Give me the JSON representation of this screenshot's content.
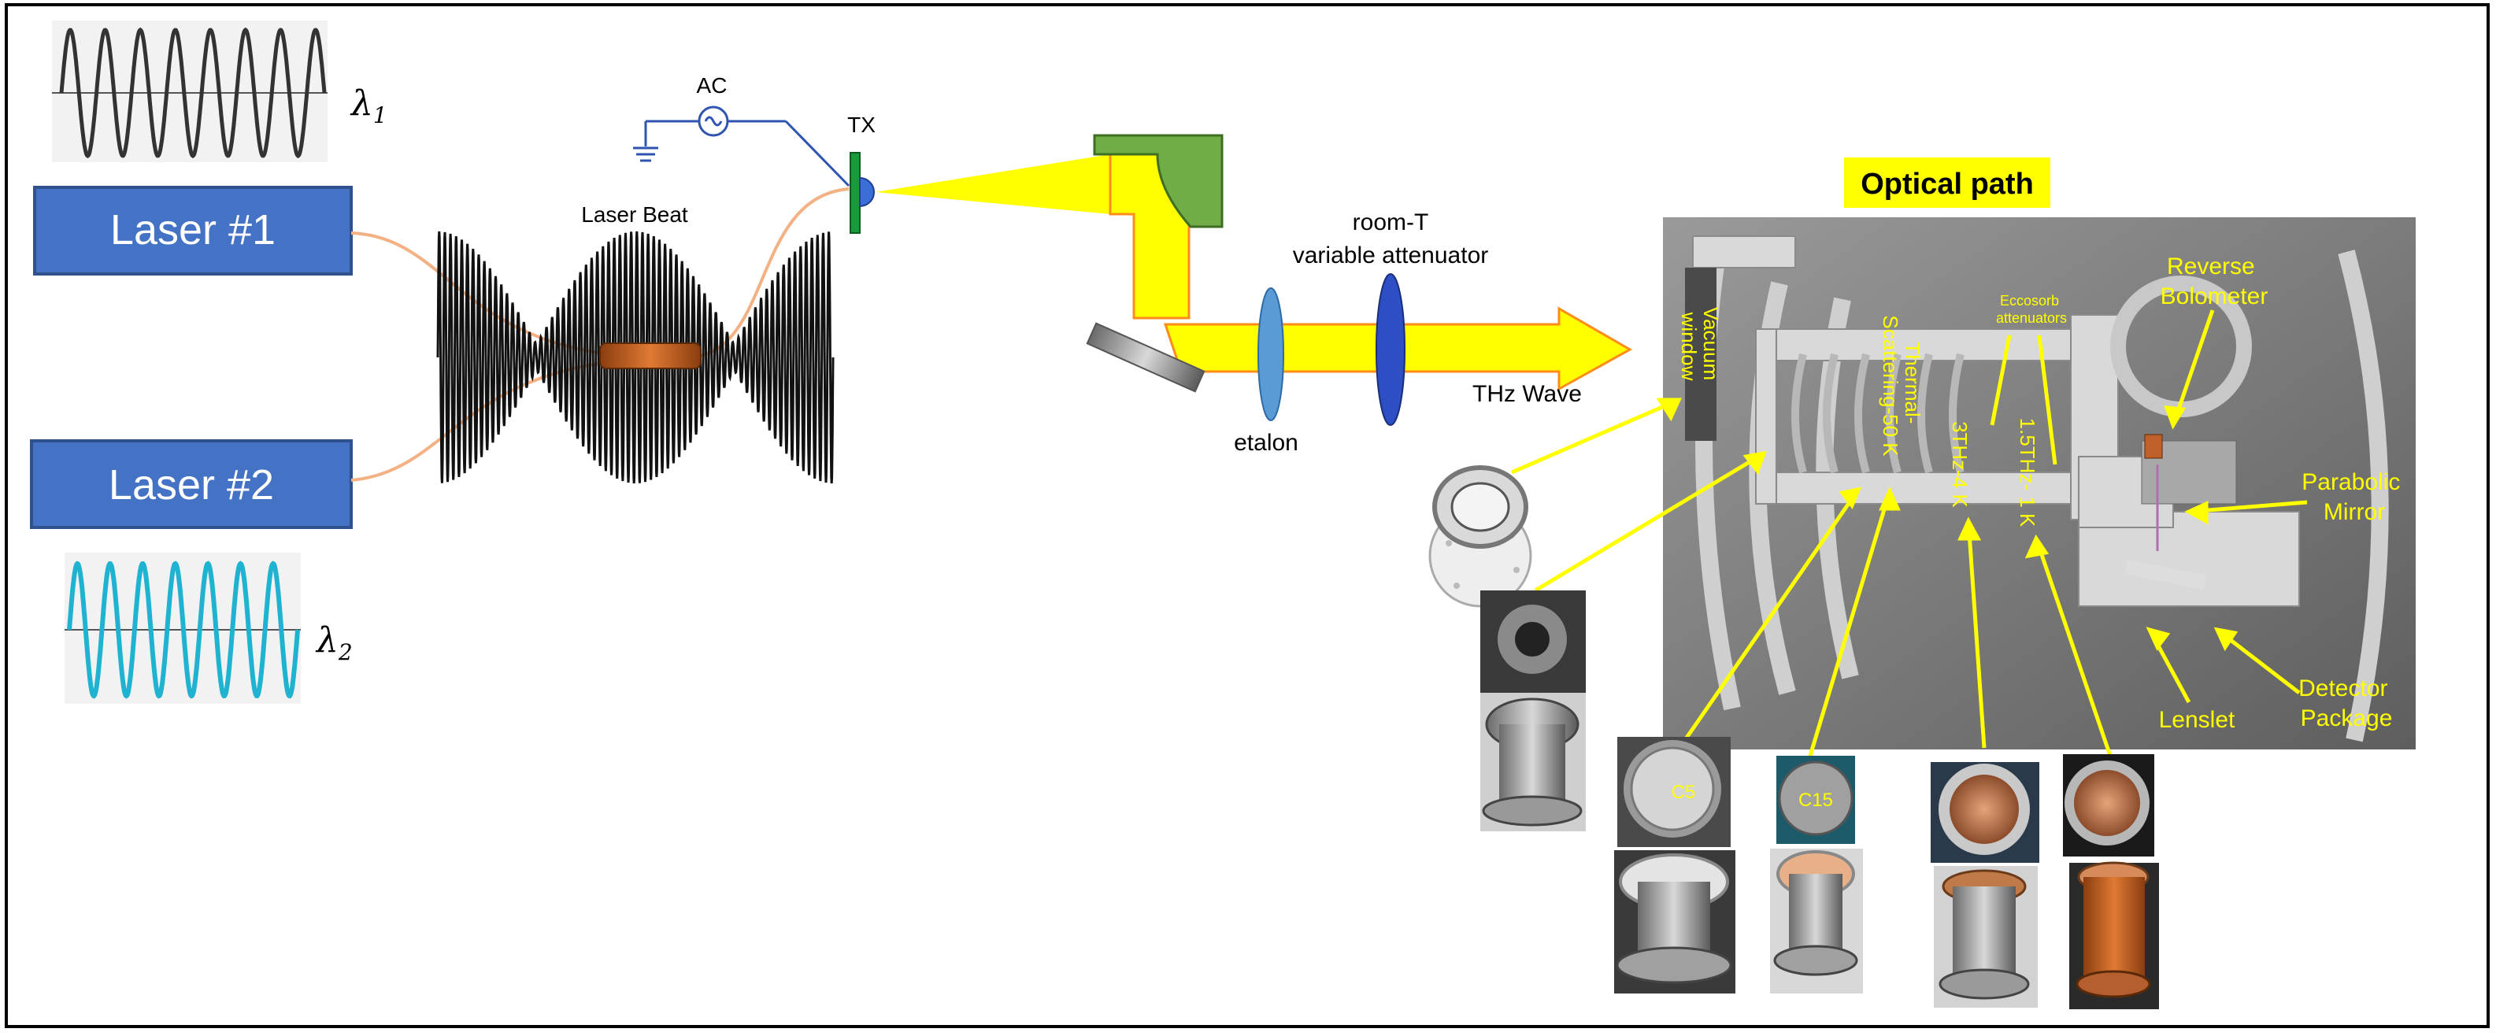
{
  "diagram": {
    "lasers": [
      {
        "label": "Laser #1",
        "wavelength_symbol": "λ",
        "wavelength_subscript": "1",
        "waveform_color": "#333333"
      },
      {
        "label": "Laser #2",
        "wavelength_symbol": "λ",
        "wavelength_subscript": "2",
        "waveform_color": "#1fb3d1"
      }
    ],
    "laser_beat_label": "Laser Beat",
    "ac_label": "AC",
    "tx_label": "TX",
    "room_temp_attenuator_label": [
      "room-T",
      "variable attenuator"
    ],
    "etalon_label": "etalon",
    "thz_wave_label": "THz Wave",
    "optical_path_title": "Optical path",
    "cryostat_labels": {
      "vacuum_window": [
        "Vacuum",
        "window"
      ],
      "thermal_scattering": [
        "Thermal-",
        "Scattering-50 K"
      ],
      "eccosorb": [
        "Eccosorb",
        "attenuators"
      ],
      "filter_3thz": "3THz-4 K",
      "filter_15thz": "1.5THz- 1 K",
      "reverse_bolometer": [
        "Reverse",
        "Bolometer"
      ],
      "parabolic_mirror": [
        "Parabolic",
        "Mirror"
      ],
      "lenslet": "Lenslet",
      "detector_package": [
        "Detector",
        "Package"
      ]
    },
    "photo_labels": {
      "c5": "C5",
      "c15": "C15"
    },
    "colors": {
      "laser_box": "#4472c4",
      "beam": "#ffff00",
      "beam_edge": "#ff8c1a",
      "mirror": "#70ad47",
      "optical_path_bg": "#ffff00",
      "annotation": "#ffff00",
      "fiber": "#f4b183",
      "etalon": "#5b9bd5",
      "attenuator": "#2e4fc4"
    }
  }
}
